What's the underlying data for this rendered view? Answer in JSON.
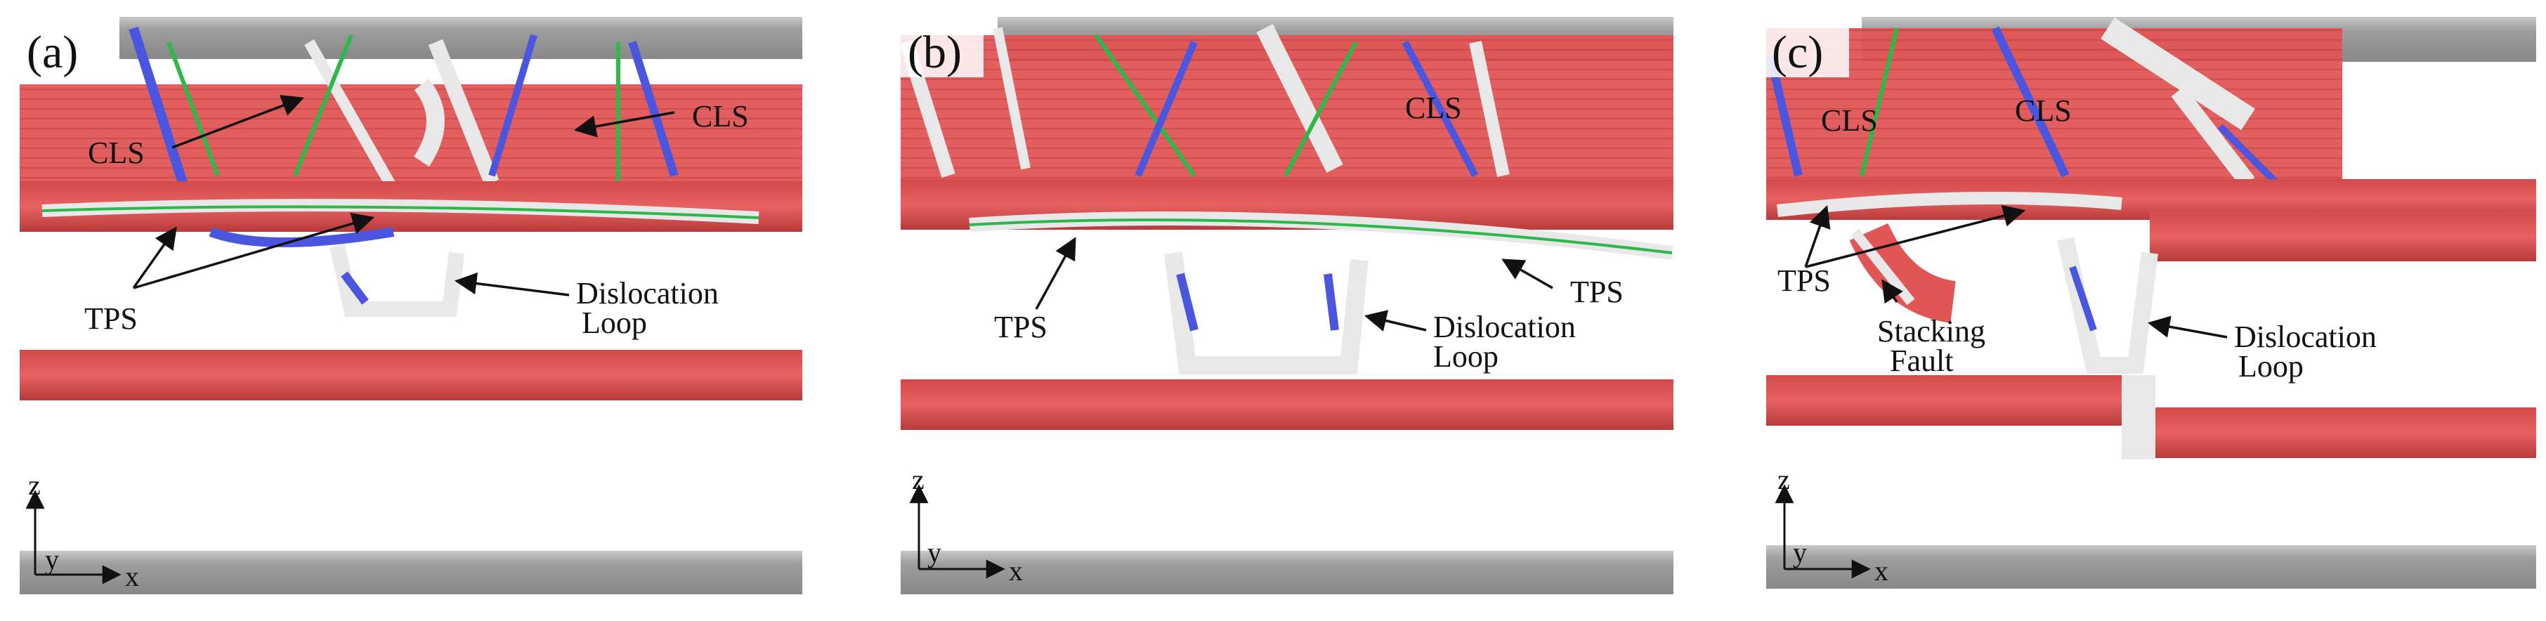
{
  "colors": {
    "fcc_red": "#e25555",
    "fcc_red_dark": "#b83a3a",
    "boundary_grey": "#9a9a9a",
    "atom_white": "#e8e8e8",
    "atom_blue": "#4a56e0",
    "atom_green": "#2fb84a",
    "atom_magenta": "#d43bd6"
  },
  "panels": [
    {
      "id": "a",
      "letter": "(a)",
      "callouts": [
        {
          "text": "CLS"
        },
        {
          "text": "CLS"
        },
        {
          "text": "TPS"
        },
        {
          "text": "Dislocation"
        },
        {
          "text": "Loop"
        }
      ],
      "axes": {
        "z": "z",
        "y": "y",
        "x": "x"
      }
    },
    {
      "id": "b",
      "letter": "(b)",
      "callouts": [
        {
          "text": "CLS"
        },
        {
          "text": "TPS"
        },
        {
          "text": "TPS"
        },
        {
          "text": "Dislocation"
        },
        {
          "text": "Loop"
        }
      ],
      "axes": {
        "z": "z",
        "y": "y",
        "x": "x"
      }
    },
    {
      "id": "c",
      "letter": "(c)",
      "callouts": [
        {
          "text": "CLS"
        },
        {
          "text": "CLS"
        },
        {
          "text": "TPS"
        },
        {
          "text": "Stacking"
        },
        {
          "text": "Fault"
        },
        {
          "text": "Dislocation"
        },
        {
          "text": "Loop"
        }
      ],
      "axes": {
        "z": "z",
        "y": "y",
        "x": "x"
      }
    }
  ]
}
